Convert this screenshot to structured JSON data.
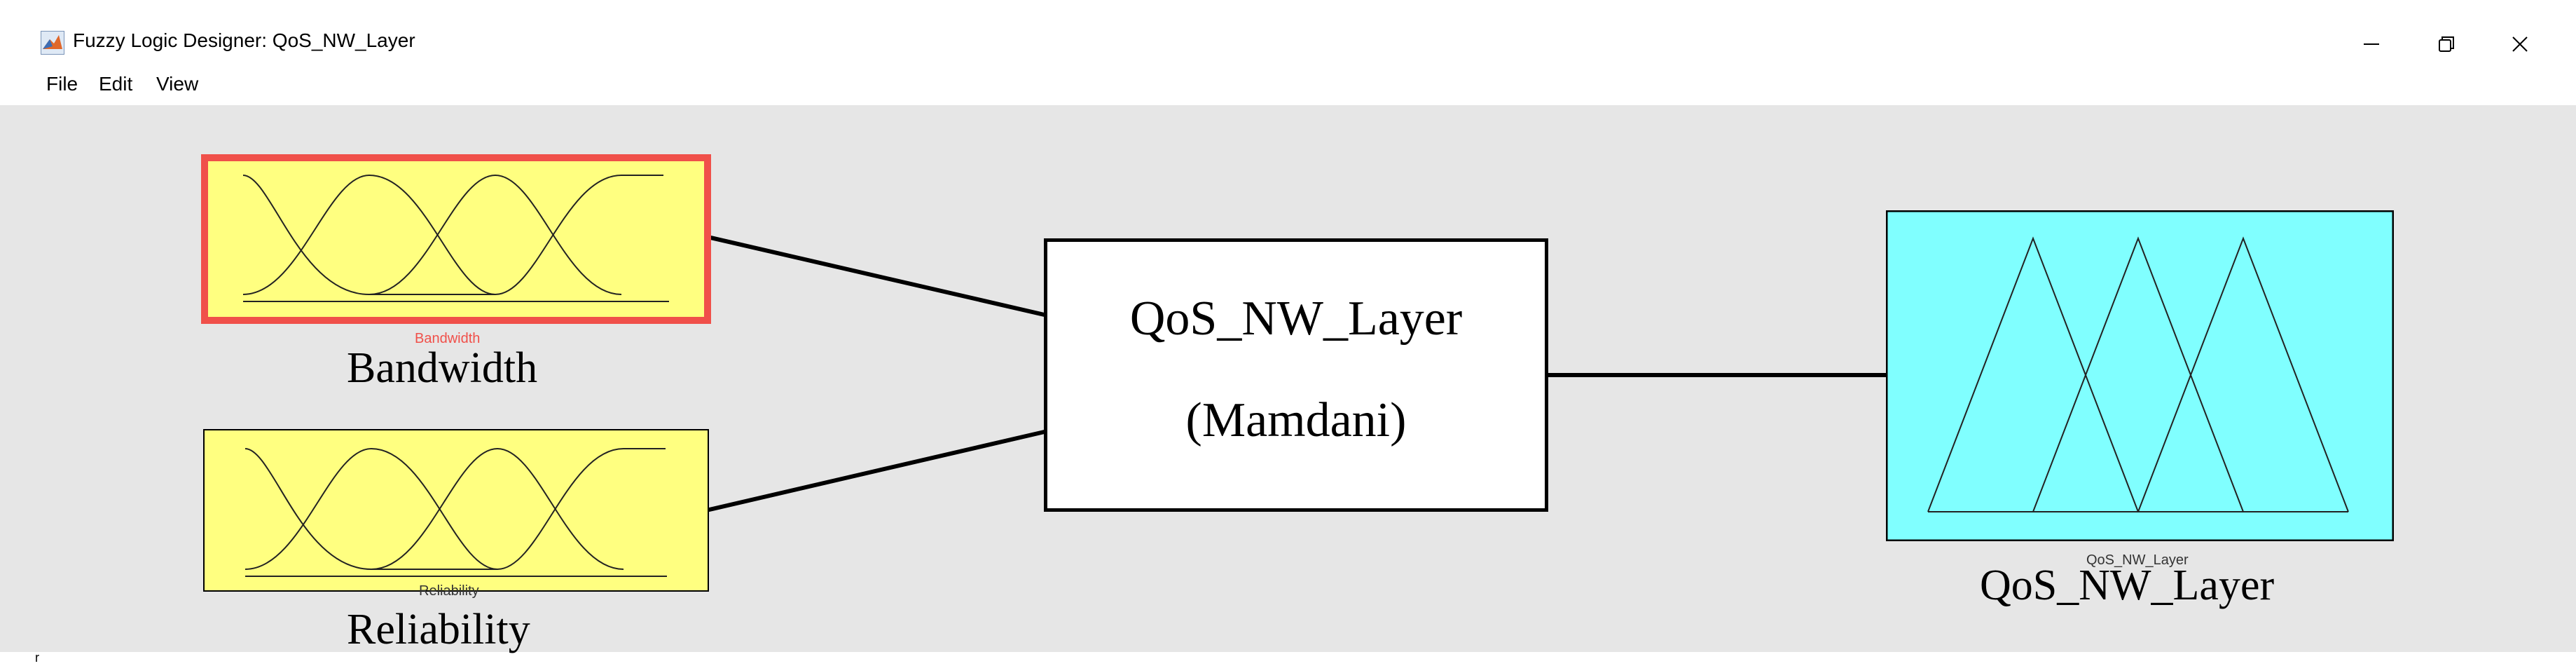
{
  "window": {
    "title": "Fuzzy Logic Designer: QoS_NW_Layer",
    "minimize_icon": "minimize-icon",
    "restore_icon": "restore-icon",
    "close_icon": "close-icon"
  },
  "menu": {
    "items": [
      {
        "label": "File"
      },
      {
        "label": "Edit"
      },
      {
        "label": "View"
      }
    ]
  },
  "inputs": [
    {
      "name": "Bandwidth",
      "small_label": "Bandwidth",
      "fill": "#ffff80",
      "selected": true,
      "selection_color": "#f0504a"
    },
    {
      "name": "Reliability",
      "small_label": "Reliability",
      "fill": "#ffff80",
      "selected": false
    }
  ],
  "system": {
    "name": "QoS_NW_Layer",
    "type_label": "(Mamdani)"
  },
  "output": {
    "name": "QoS_NW_Layer",
    "small_label": "QoS_NW_Layer",
    "fill": "#80ffff"
  },
  "status": {
    "stray_text": "r"
  }
}
